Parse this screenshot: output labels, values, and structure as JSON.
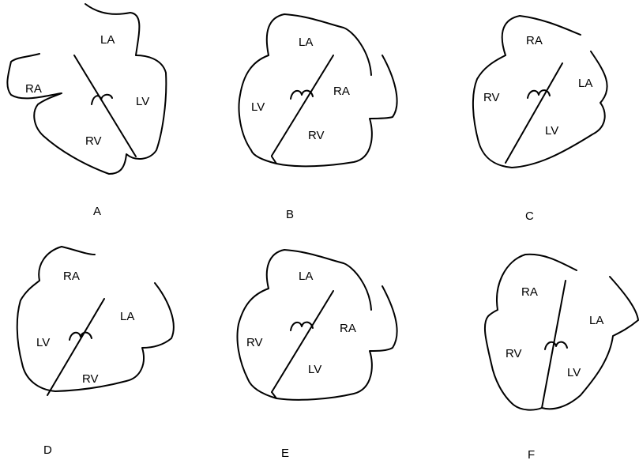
{
  "panels": [
    {
      "caption": "A",
      "chambers": [
        "LA",
        "RA",
        "LV",
        "RV"
      ]
    },
    {
      "caption": "B",
      "chambers": [
        "LA",
        "RA",
        "LV",
        "RV"
      ]
    },
    {
      "caption": "C",
      "chambers": [
        "RA",
        "LA",
        "RV",
        "LV"
      ]
    },
    {
      "caption": "D",
      "chambers": [
        "RA",
        "LA",
        "LV",
        "RV"
      ]
    },
    {
      "caption": "E",
      "chambers": [
        "LA",
        "RA",
        "RV",
        "LV"
      ]
    },
    {
      "caption": "F",
      "chambers": [
        "RA",
        "LA",
        "RV",
        "LV"
      ]
    }
  ]
}
